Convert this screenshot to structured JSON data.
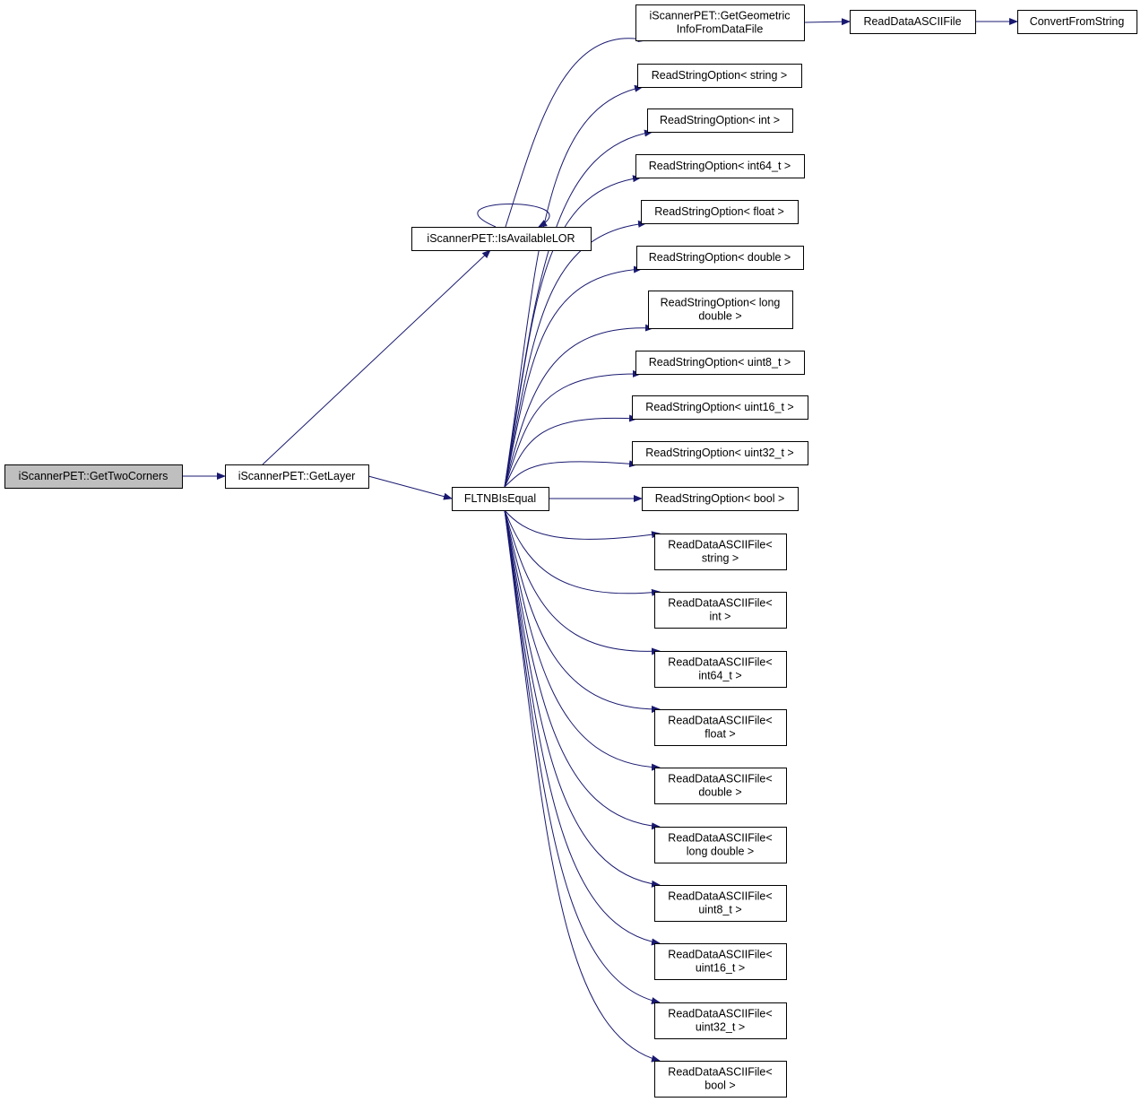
{
  "colors": {
    "edge": "#191970",
    "node_border": "#000000",
    "node_fill": "#ffffff",
    "root_fill": "#bfbfbf"
  },
  "nodes": [
    {
      "id": "getTwoCorners",
      "lines": [
        "iScannerPET::GetTwoCorners"
      ],
      "root": true
    },
    {
      "id": "getLayer",
      "lines": [
        "iScannerPET::GetLayer"
      ]
    },
    {
      "id": "isAvailableLOR",
      "lines": [
        "iScannerPET::IsAvailableLOR"
      ]
    },
    {
      "id": "getGeometric",
      "lines": [
        "iScannerPET::GetGeometric",
        "InfoFromDataFile"
      ]
    },
    {
      "id": "readDataASCIIFile",
      "lines": [
        "ReadDataASCIIFile"
      ]
    },
    {
      "id": "convertFromString",
      "lines": [
        "ConvertFromString"
      ]
    },
    {
      "id": "fltnbIsEqual",
      "lines": [
        "FLTNBIsEqual"
      ]
    },
    {
      "id": "rso_string",
      "lines": [
        "ReadStringOption< string >"
      ]
    },
    {
      "id": "rso_int",
      "lines": [
        "ReadStringOption< int >"
      ]
    },
    {
      "id": "rso_int64",
      "lines": [
        "ReadStringOption< int64_t >"
      ]
    },
    {
      "id": "rso_float",
      "lines": [
        "ReadStringOption< float >"
      ]
    },
    {
      "id": "rso_double",
      "lines": [
        "ReadStringOption< double >"
      ]
    },
    {
      "id": "rso_longdouble",
      "lines": [
        "ReadStringOption< long",
        "double >"
      ]
    },
    {
      "id": "rso_uint8",
      "lines": [
        "ReadStringOption< uint8_t >"
      ]
    },
    {
      "id": "rso_uint16",
      "lines": [
        "ReadStringOption< uint16_t >"
      ]
    },
    {
      "id": "rso_uint32",
      "lines": [
        "ReadStringOption< uint32_t >"
      ]
    },
    {
      "id": "rso_bool",
      "lines": [
        "ReadStringOption< bool >"
      ]
    },
    {
      "id": "rda_string",
      "lines": [
        "ReadDataASCIIFile<",
        "string >"
      ]
    },
    {
      "id": "rda_int",
      "lines": [
        "ReadDataASCIIFile<",
        "int >"
      ]
    },
    {
      "id": "rda_int64",
      "lines": [
        "ReadDataASCIIFile<",
        "int64_t >"
      ]
    },
    {
      "id": "rda_float",
      "lines": [
        "ReadDataASCIIFile<",
        "float >"
      ]
    },
    {
      "id": "rda_double",
      "lines": [
        "ReadDataASCIIFile<",
        "double >"
      ]
    },
    {
      "id": "rda_longdouble",
      "lines": [
        "ReadDataASCIIFile<",
        "long double >"
      ]
    },
    {
      "id": "rda_uint8",
      "lines": [
        "ReadDataASCIIFile<",
        "uint8_t >"
      ]
    },
    {
      "id": "rda_uint16",
      "lines": [
        "ReadDataASCIIFile<",
        "uint16_t >"
      ]
    },
    {
      "id": "rda_uint32",
      "lines": [
        "ReadDataASCIIFile<",
        "uint32_t >"
      ]
    },
    {
      "id": "rda_bool",
      "lines": [
        "ReadDataASCIIFile<",
        "bool >"
      ]
    }
  ],
  "edges": [
    {
      "from": "getTwoCorners",
      "to": "getLayer"
    },
    {
      "from": "getLayer",
      "to": "isAvailableLOR"
    },
    {
      "from": "getLayer",
      "to": "fltnbIsEqual"
    },
    {
      "from": "isAvailableLOR",
      "to": "isAvailableLOR"
    },
    {
      "from": "isAvailableLOR",
      "to": "getGeometric"
    },
    {
      "from": "getGeometric",
      "to": "readDataASCIIFile"
    },
    {
      "from": "readDataASCIIFile",
      "to": "convertFromString"
    },
    {
      "from": "fltnbIsEqual",
      "to": "rso_string"
    },
    {
      "from": "fltnbIsEqual",
      "to": "rso_int"
    },
    {
      "from": "fltnbIsEqual",
      "to": "rso_int64"
    },
    {
      "from": "fltnbIsEqual",
      "to": "rso_float"
    },
    {
      "from": "fltnbIsEqual",
      "to": "rso_double"
    },
    {
      "from": "fltnbIsEqual",
      "to": "rso_longdouble"
    },
    {
      "from": "fltnbIsEqual",
      "to": "rso_uint8"
    },
    {
      "from": "fltnbIsEqual",
      "to": "rso_uint16"
    },
    {
      "from": "fltnbIsEqual",
      "to": "rso_uint32"
    },
    {
      "from": "fltnbIsEqual",
      "to": "rso_bool"
    },
    {
      "from": "fltnbIsEqual",
      "to": "rda_string"
    },
    {
      "from": "fltnbIsEqual",
      "to": "rda_int"
    },
    {
      "from": "fltnbIsEqual",
      "to": "rda_int64"
    },
    {
      "from": "fltnbIsEqual",
      "to": "rda_float"
    },
    {
      "from": "fltnbIsEqual",
      "to": "rda_double"
    },
    {
      "from": "fltnbIsEqual",
      "to": "rda_longdouble"
    },
    {
      "from": "fltnbIsEqual",
      "to": "rda_uint8"
    },
    {
      "from": "fltnbIsEqual",
      "to": "rda_uint16"
    },
    {
      "from": "fltnbIsEqual",
      "to": "rda_uint32"
    },
    {
      "from": "fltnbIsEqual",
      "to": "rda_bool"
    }
  ]
}
